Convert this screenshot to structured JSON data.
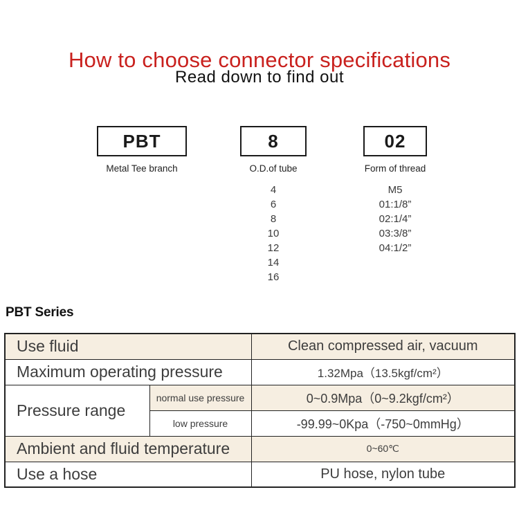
{
  "header": {
    "title": "How to choose connector specifications",
    "subtitle": "Read down to find out",
    "title_color": "#c9211e"
  },
  "picker": {
    "columns": [
      {
        "code": "PBT",
        "label": "Metal Tee branch",
        "options": []
      },
      {
        "code": "8",
        "label": "O.D.of tube",
        "options": [
          "4",
          "6",
          "8",
          "10",
          "12",
          "14",
          "16"
        ]
      },
      {
        "code": "02",
        "label": "Form of thread",
        "options": [
          "M5",
          "01:1/8”",
          "02:1/4”",
          "03:3/8”",
          "04:1/2”"
        ]
      }
    ]
  },
  "series": {
    "heading": "PBT Series"
  },
  "spec_table": {
    "highlight_color": "#f6eee1",
    "border_color": "#222222",
    "rows": [
      {
        "label": "Use fluid",
        "value": "Clean compressed air, vacuum"
      },
      {
        "label": "Maximum operating pressure",
        "value": "1.32Mpa（13.5kgf/cm²）"
      },
      {
        "label": "Pressure range",
        "sub_label": "normal use pressure",
        "value": "0~0.9Mpa（0~9.2kgf/cm²）"
      },
      {
        "sub_label": "low pressure",
        "value": "-99.99~0Kpa（-750~0mmHg）"
      },
      {
        "label": "Ambient and fluid temperature",
        "value": "0~60℃"
      },
      {
        "label": "Use a hose",
        "value": "PU hose, nylon tube"
      }
    ]
  }
}
